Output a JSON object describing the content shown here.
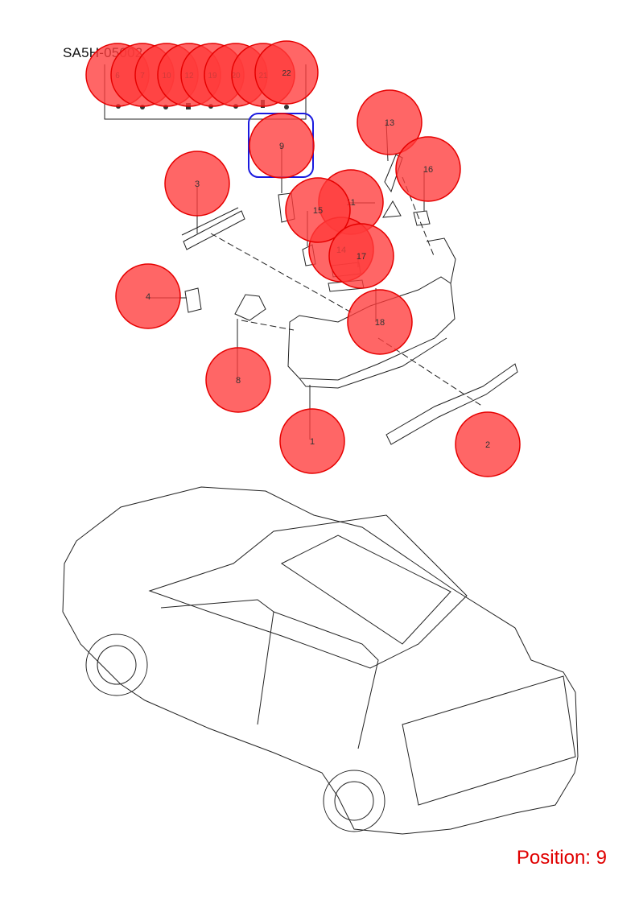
{
  "diagram_code": "SA5H-05002",
  "position_text": "Position: 9",
  "highlighted_callout": "9",
  "colors": {
    "callout_fill": "#ff3b3b",
    "callout_stroke": "#e60000",
    "highlight_box": "#1a1adf",
    "position_text": "#e00000",
    "line_art": "#222222"
  },
  "fastener_callouts": [
    "6",
    "7",
    "10",
    "12",
    "19",
    "20",
    "21",
    "22"
  ],
  "part_callouts": [
    "1",
    "2",
    "3",
    "4",
    "8",
    "9",
    "11",
    "13",
    "14",
    "15",
    "16",
    "17",
    "18"
  ]
}
